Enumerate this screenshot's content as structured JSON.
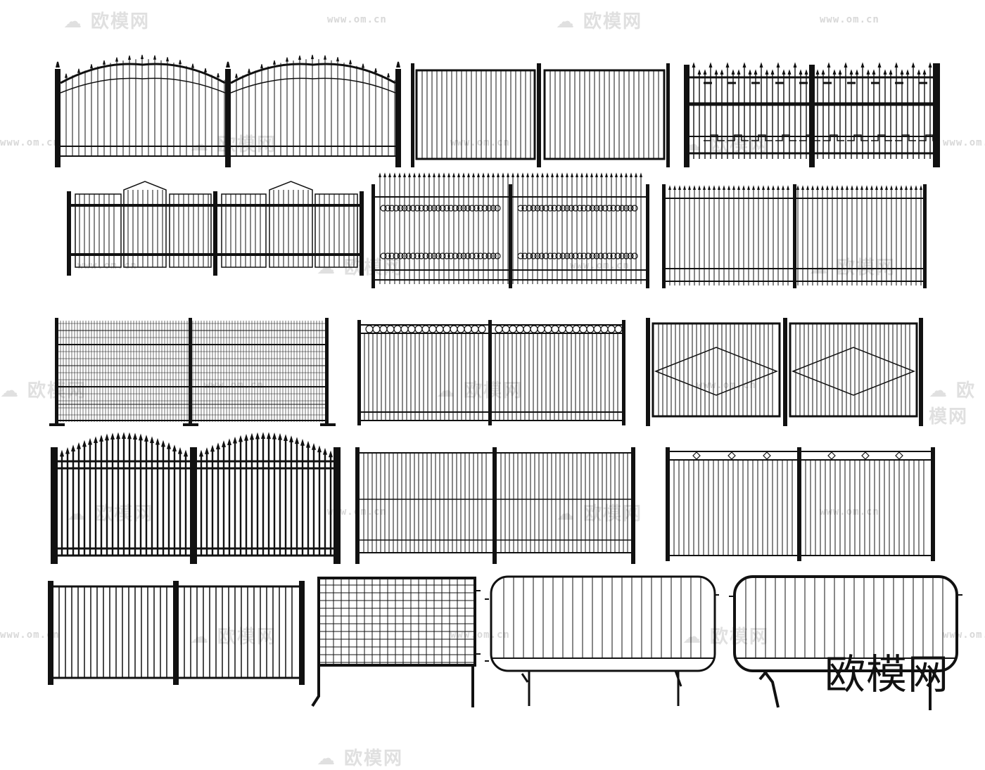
{
  "brand_mark": "欧模网",
  "watermark": {
    "logo_text": "欧模网",
    "url_text": "www.om.cn"
  },
  "colors": {
    "ink": "#111111",
    "background": "#ffffff",
    "watermark": "#dedede"
  },
  "fences": [
    {
      "id": "arched-spear-gate"
    },
    {
      "id": "framed-bar-panel"
    },
    {
      "id": "heavy-spear-fence"
    },
    {
      "id": "picket-peak-fence"
    },
    {
      "id": "scroll-ornament-fence"
    },
    {
      "id": "thin-bar-fence"
    },
    {
      "id": "wire-mesh-fence"
    },
    {
      "id": "ring-top-fence"
    },
    {
      "id": "diamond-gate"
    },
    {
      "id": "bold-arched-spear-fence"
    },
    {
      "id": "double-rail-panel"
    },
    {
      "id": "diamond-ornament-fence"
    },
    {
      "id": "wide-bar-fence"
    },
    {
      "id": "grid-mesh-panel"
    },
    {
      "id": "crowd-barrier-a"
    },
    {
      "id": "crowd-barrier-b"
    }
  ]
}
